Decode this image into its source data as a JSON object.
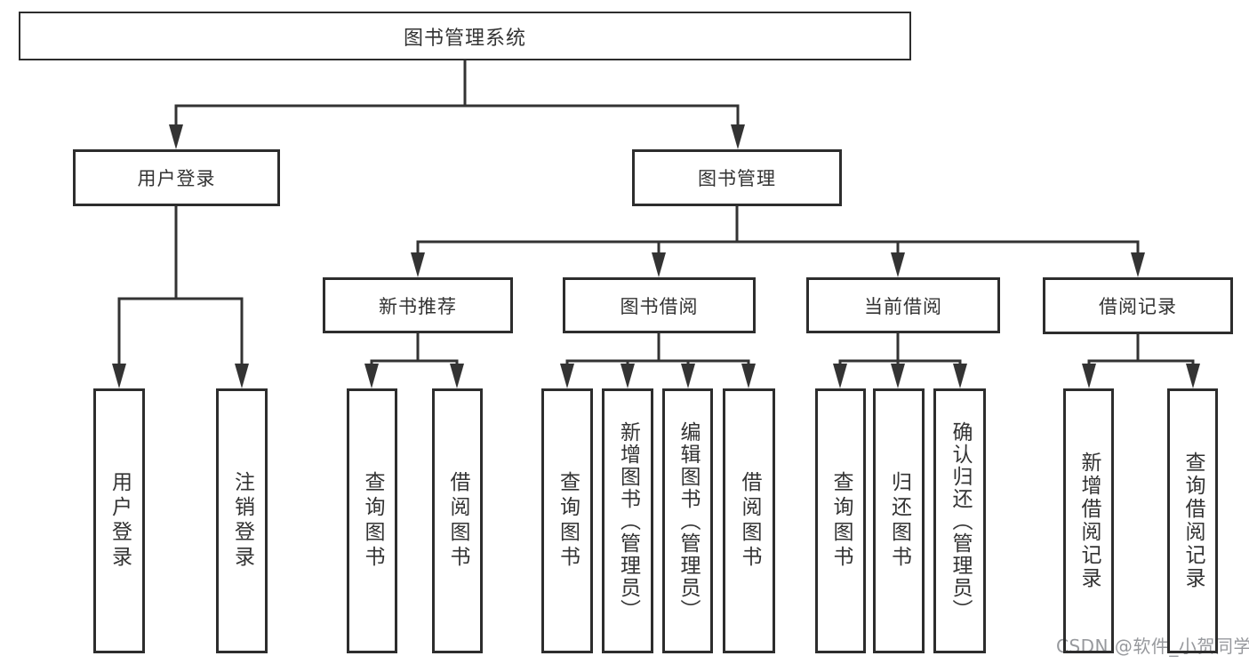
{
  "diagram": {
    "root": {
      "label": "图书管理系统"
    },
    "level2": {
      "user_login": {
        "label": "用户登录"
      },
      "book_mgmt": {
        "label": "图书管理"
      }
    },
    "level3": {
      "new_book_rec": {
        "label": "新书推荐"
      },
      "book_borrow": {
        "label": "图书借阅"
      },
      "current_borrow": {
        "label": "当前借阅"
      },
      "borrow_records": {
        "label": "借阅记录"
      }
    },
    "leaves": {
      "user_login_1": {
        "label": "用户登录"
      },
      "user_login_2": {
        "label": "注销登录"
      },
      "new_book_1": {
        "label": "查询图书"
      },
      "new_book_2": {
        "label": "借阅图书"
      },
      "borrow_1": {
        "label": "查询图书"
      },
      "borrow_2": {
        "label": "新增图书（管理员）"
      },
      "borrow_3": {
        "label": "编辑图书（管理员）"
      },
      "borrow_4": {
        "label": "借阅图书"
      },
      "current_1": {
        "label": "查询图书"
      },
      "current_2": {
        "label": "归还图书"
      },
      "current_3": {
        "label": "确认归还（管理员）"
      },
      "records_1": {
        "label": "新增借阅记录"
      },
      "records_2": {
        "label": "查询借阅记录"
      }
    }
  },
  "watermark": {
    "text": "CSDN @软件_小贺同学"
  },
  "colors": {
    "line": "#333333",
    "text": "#333333",
    "background": "#ffffff",
    "watermark": "#919498"
  }
}
